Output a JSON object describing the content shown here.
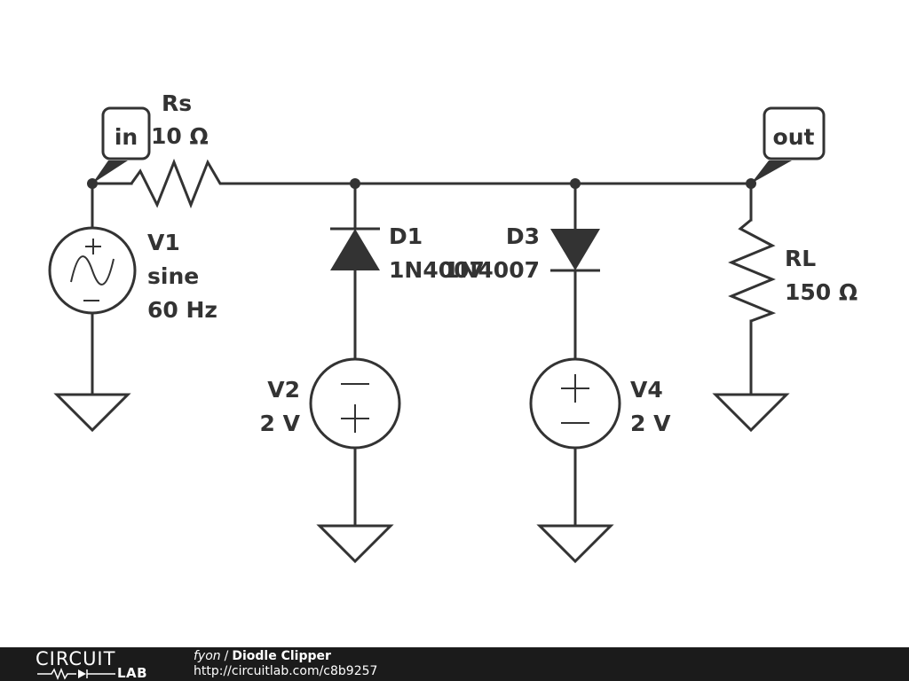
{
  "schematic": {
    "ports": {
      "in": "in",
      "out": "out"
    },
    "components": {
      "Rs": {
        "name": "Rs",
        "value": "10 Ω"
      },
      "V1": {
        "name": "V1",
        "type": "sine",
        "value": "60 Hz"
      },
      "D1": {
        "name": "D1",
        "part": "1N4007"
      },
      "D3": {
        "name": "D3",
        "part": "1N4007"
      },
      "V2": {
        "name": "V2",
        "value": "2 V"
      },
      "V4": {
        "name": "V4",
        "value": "2 V"
      },
      "RL": {
        "name": "RL",
        "value": "150 Ω"
      }
    }
  },
  "footer": {
    "logo_top": "CIRCUIT",
    "logo_bottom": "LAB",
    "author": "fyon",
    "separator": "/",
    "title": "Diodle Clipper",
    "url": "http://circuitlab.com/c8b9257"
  },
  "colors": {
    "ink": "#333333",
    "footer_bg": "#1b1b1b",
    "footer_text": "#ffffff"
  }
}
